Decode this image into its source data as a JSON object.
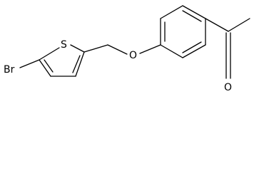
{
  "molecule": {
    "atoms": {
      "bromine": "Br",
      "thiophene_sulfur": "S",
      "ether_oxygen": "O",
      "carbonyl_oxygen": "O"
    },
    "colors": {
      "bond": "#000000",
      "label": "#000000",
      "background": "#ffffff"
    }
  }
}
